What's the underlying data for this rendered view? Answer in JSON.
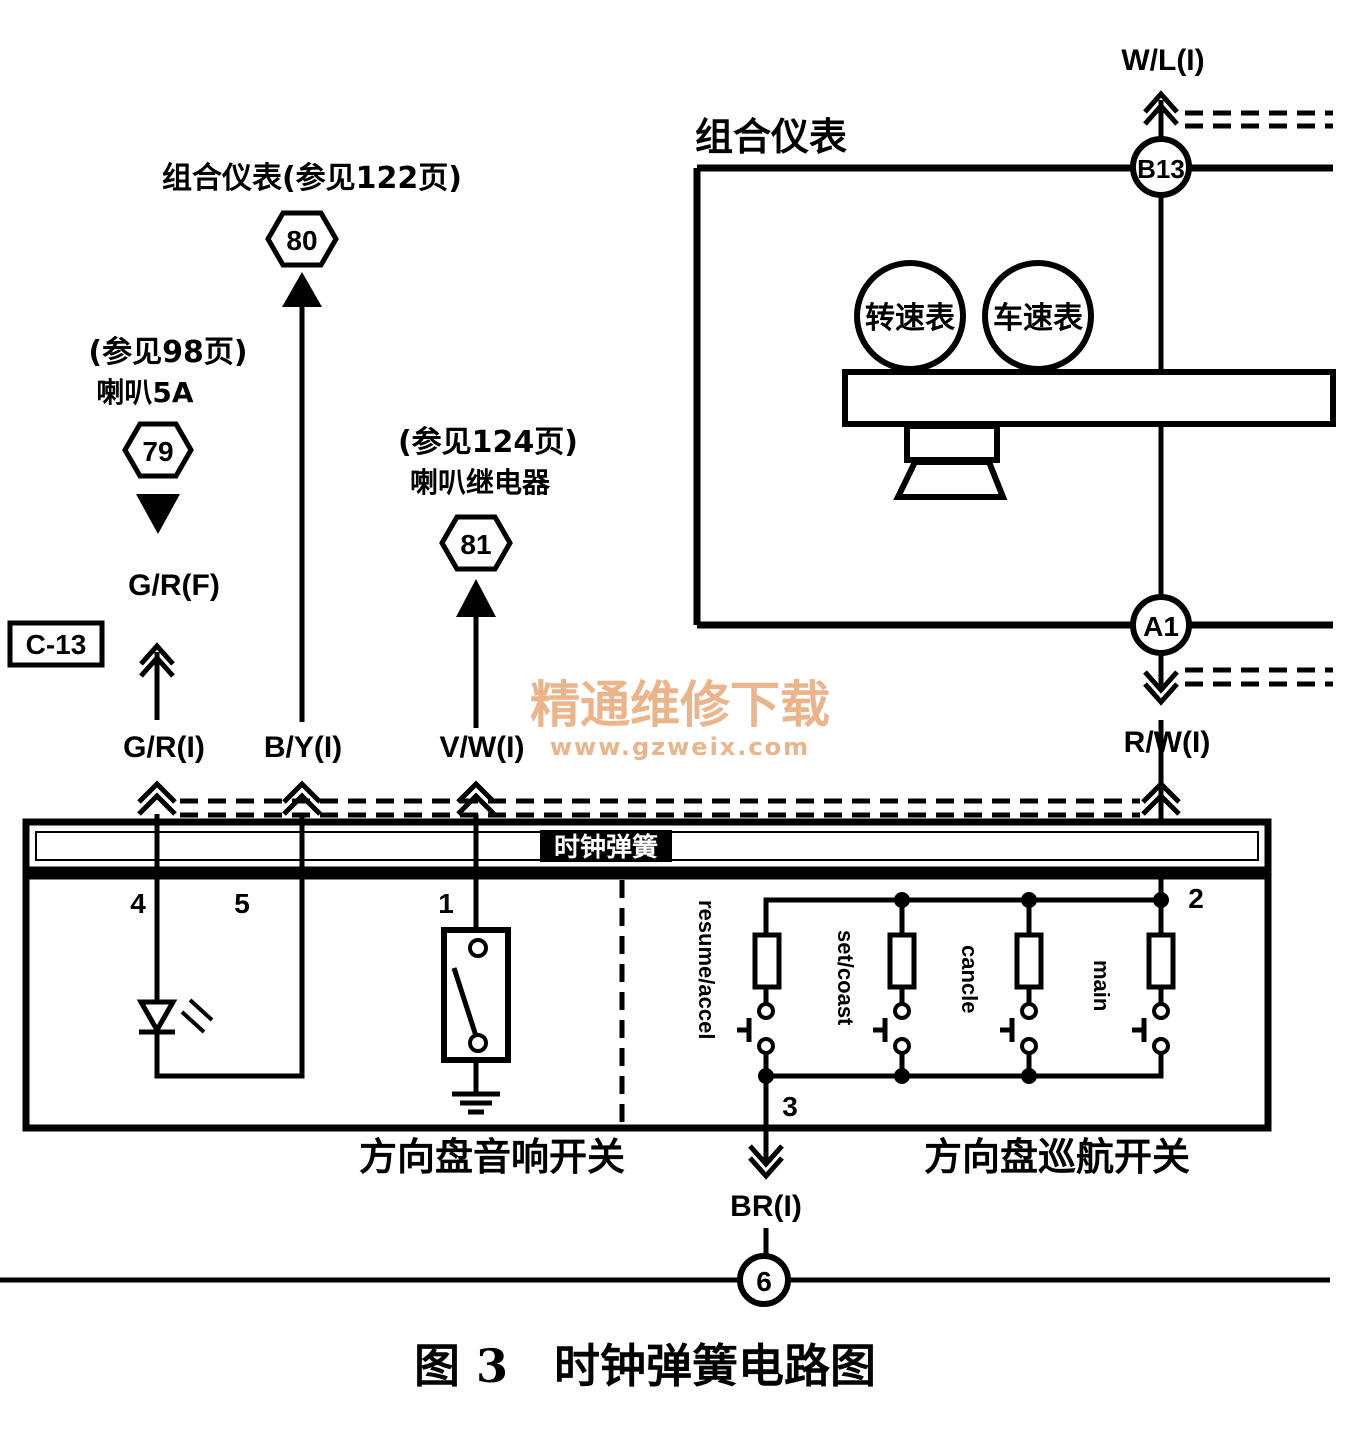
{
  "caption": "图 3　时钟弹簧电路图",
  "watermark": {
    "title": "精通维修下载",
    "url": "www.gzweix.com"
  },
  "connector_id": "C-13",
  "refs": {
    "r80": {
      "code": "80",
      "desc": "组合仪表(参见122页)"
    },
    "r79": {
      "code": "79",
      "ref": "(参见98页)",
      "desc": "喇叭5A"
    },
    "r81": {
      "code": "81",
      "ref": "(参见124页)",
      "desc": "喇叭继电器"
    },
    "r6": {
      "code": "6"
    }
  },
  "cluster": {
    "title": "组合仪表",
    "tachometer": "转速表",
    "speedometer": "车速表",
    "pin_top": "B13",
    "pin_bottom": "A1"
  },
  "wires": {
    "wl": "W/L(I)",
    "grf": "G/R(F)",
    "gri": "G/R(I)",
    "byi": "B/Y(I)",
    "vwi": "V/W(I)",
    "rwi": "R/W(I)",
    "bri": "BR(I)"
  },
  "clock_spring": {
    "label": "时钟弹簧"
  },
  "pins": {
    "p4": "4",
    "p5": "5",
    "p1": "1",
    "p2": "2",
    "p3": "3"
  },
  "audio_switch": {
    "title": "方向盘音响开关"
  },
  "cruise_switch": {
    "title": "方向盘巡航开关",
    "resume": "resume/accel",
    "set": "set/coast",
    "cancel": "cancle",
    "main": "main"
  }
}
